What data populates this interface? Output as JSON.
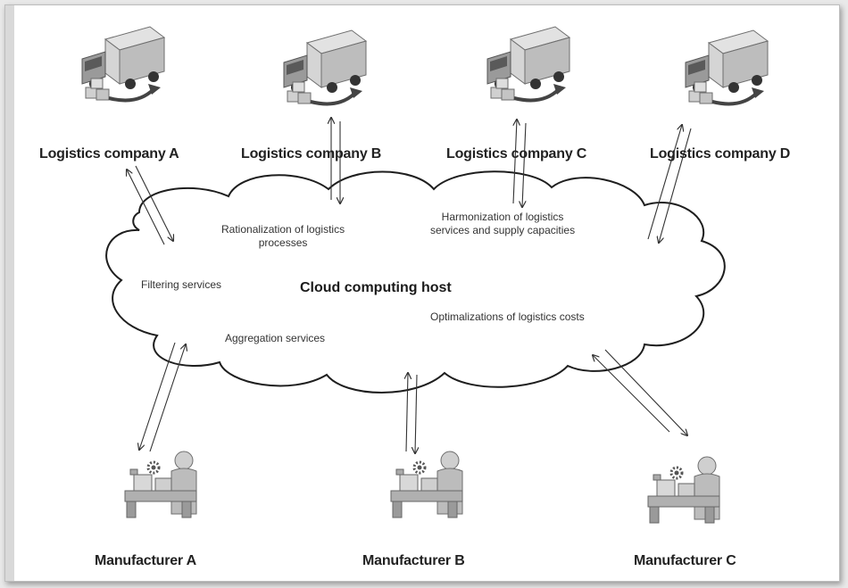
{
  "diagram": {
    "cloud_label": "Cloud computing host",
    "logistics_companies": [
      {
        "label": "Logistics company A",
        "icon": "truck-icon"
      },
      {
        "label": "Logistics company  B",
        "icon": "truck-icon"
      },
      {
        "label": "Logistics company C",
        "icon": "truck-icon"
      },
      {
        "label": "Logistics company D",
        "icon": "truck-icon"
      }
    ],
    "manufacturers": [
      {
        "label": "Manufacturer A",
        "icon": "manufacturer-worker-icon"
      },
      {
        "label": "Manufacturer B",
        "icon": "manufacturer-worker-icon"
      },
      {
        "label": "Manufacturer C",
        "icon": "manufacturer-worker-icon"
      }
    ],
    "cloud_services": {
      "rationalization_line1": "Rationalization of logistics",
      "rationalization_line2": "processes",
      "harmonization_line1": "Harmonization of logistics",
      "harmonization_line2": "services and supply capacities",
      "filtering": "Filtering services",
      "optimalization": "Optimalizations of logistics costs",
      "aggregation": "Aggregation services"
    },
    "colors": {
      "icon_fill": "#c8c8c8",
      "icon_stroke": "#6e6e6e",
      "line": "#333333",
      "background": "#ffffff"
    }
  }
}
